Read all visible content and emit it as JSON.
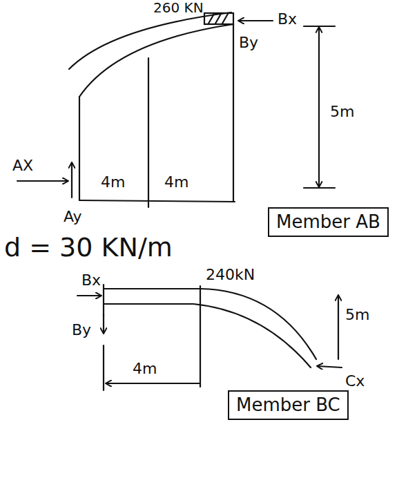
{
  "diagram": {
    "nodes": [
      {
        "text": [
          "Member AB"
        ]
      },
      {
        "text": [
          "Member BC"
        ]
      }
    ],
    "labels": [
      "260 KN",
      "Bx",
      "By",
      "5m",
      "AX",
      "4m",
      "4m",
      "Ay",
      "d = 30 KN/m",
      "240kN",
      "Bx",
      "By",
      "4m",
      "5m",
      "Cx"
    ]
  }
}
